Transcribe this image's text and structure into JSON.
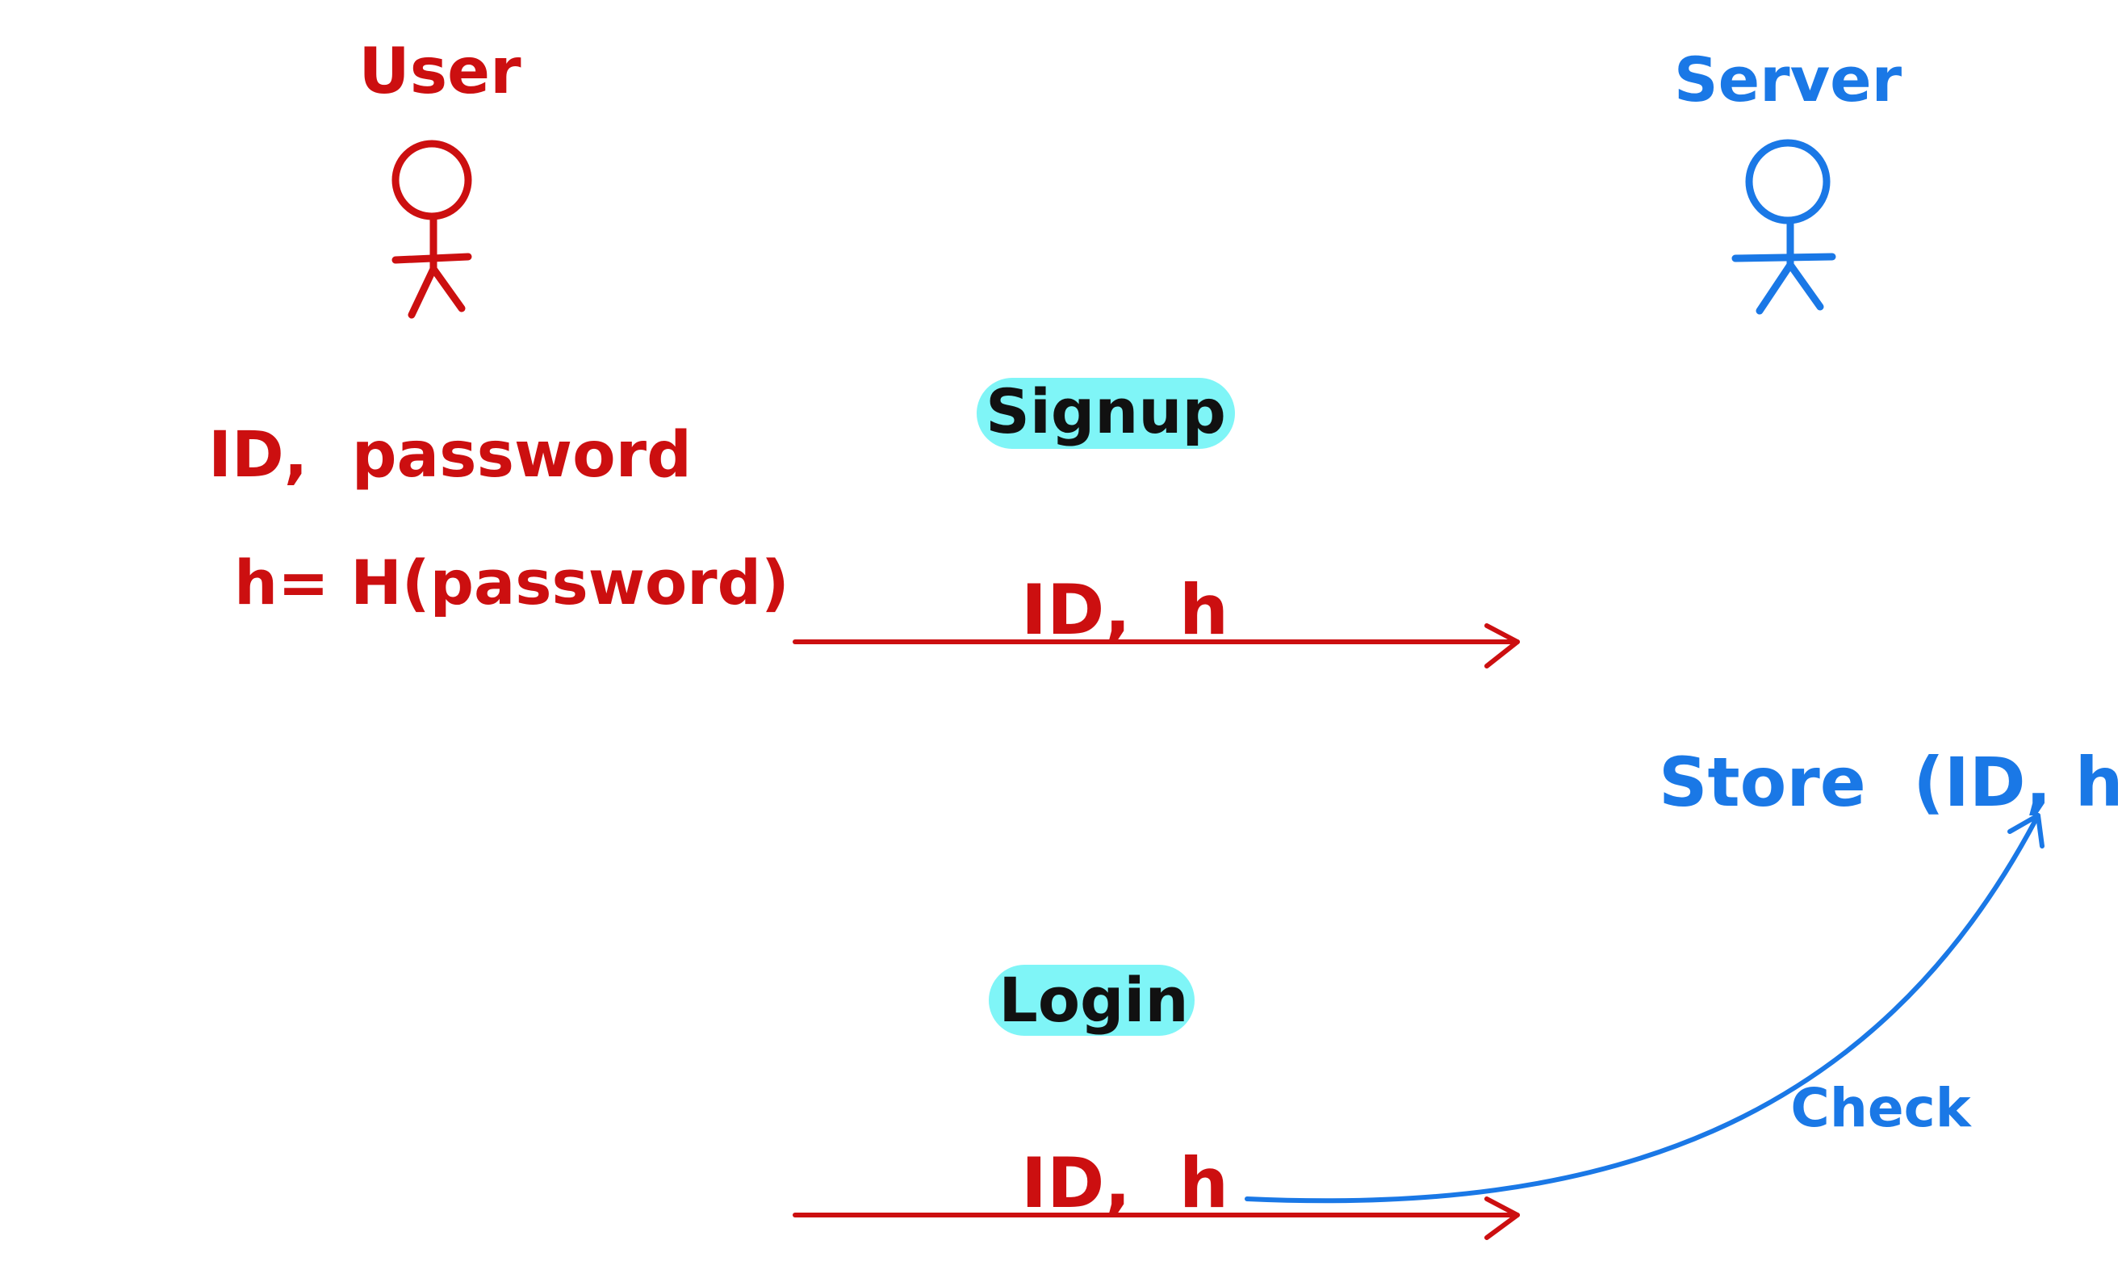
{
  "actors": {
    "user": {
      "label": "User",
      "color": "#cc0f10"
    },
    "server": {
      "label": "Server",
      "color": "#1a78e6"
    }
  },
  "user_notes": {
    "line1": "ID,  password",
    "line2": "h= H(password)"
  },
  "signup": {
    "title": "Signup",
    "message": "ID,  h"
  },
  "server_notes": {
    "store": "Store  (ID, h)"
  },
  "login": {
    "title": "Login",
    "message": "ID,  h",
    "check_label": "Check"
  },
  "colors": {
    "user": "#cc0f10",
    "server": "#1a78e6",
    "pill": "#7ff5f7",
    "title_text": "#111111"
  }
}
